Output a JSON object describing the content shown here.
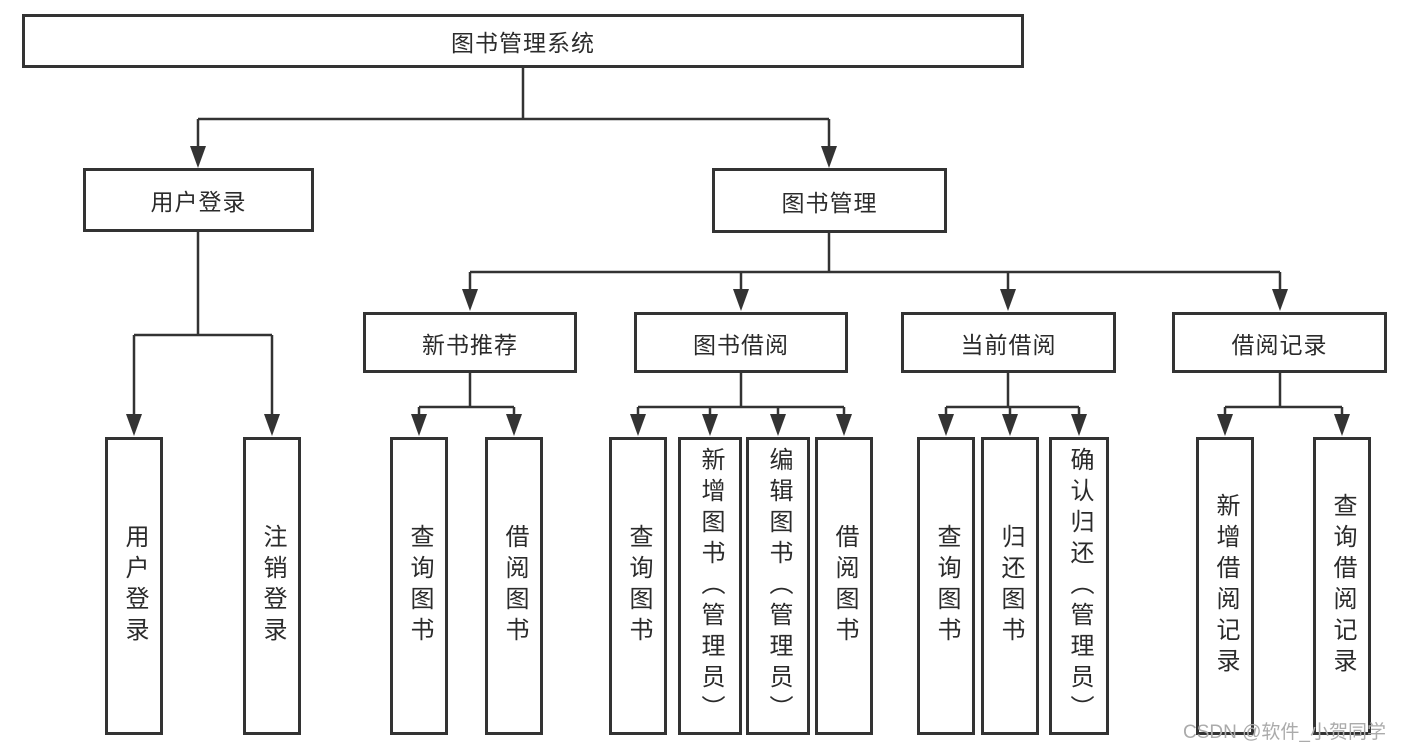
{
  "tree": {
    "root": "图书管理系统",
    "children": [
      {
        "label": "用户登录",
        "leaves": [
          "用户登录",
          "注销登录"
        ]
      },
      {
        "label": "图书管理",
        "children": [
          {
            "label": "新书推荐",
            "leaves": [
              "查询图书",
              "借阅图书"
            ]
          },
          {
            "label": "图书借阅",
            "leaves": [
              "查询图书",
              "新增图书（管理员）",
              "编辑图书（管理员）",
              "借阅图书"
            ]
          },
          {
            "label": "当前借阅",
            "leaves": [
              "查询图书",
              "归还图书",
              "确认归还（管理员）"
            ]
          },
          {
            "label": "借阅记录",
            "leaves": [
              "新增借阅记录",
              "查询借阅记录"
            ]
          }
        ]
      }
    ]
  },
  "watermark": "CSDN @软件_小贺同学",
  "colors": {
    "line": "#333333",
    "box_border": "#333333",
    "text": "#2b2b2b",
    "watermark": "#ababab",
    "background": "#ffffff"
  }
}
